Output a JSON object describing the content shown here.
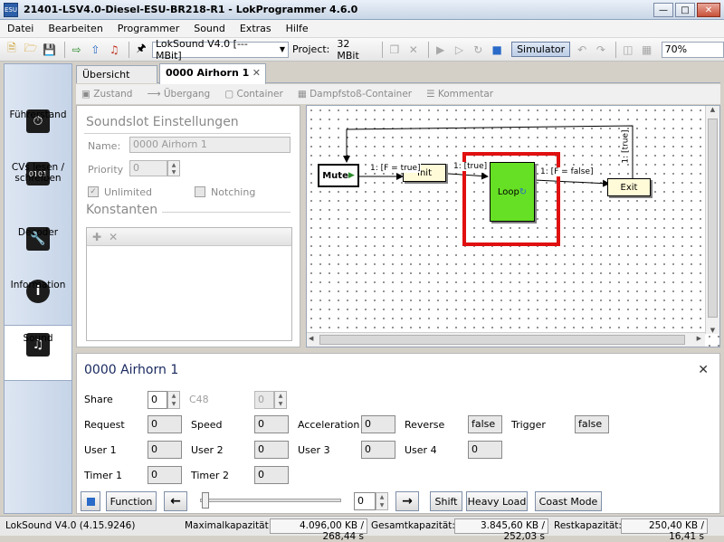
{
  "window": {
    "title": "21401-LSV4.0-Diesel-ESU-BR218-R1 - LokProgrammer 4.6.0",
    "app_icon_text": "ESU"
  },
  "menu": [
    "Datei",
    "Bearbeiten",
    "Programmer",
    "Sound",
    "Extras",
    "Hilfe"
  ],
  "toolbar": {
    "decoder_combo": "LokSound V4.0 [--- MBit]",
    "project_label": "Project:",
    "project_size": "32 MBit",
    "simulator_label": "Simulator",
    "zoom": "70%"
  },
  "nav": [
    {
      "label": "Führerstand",
      "icon": "cab-icon"
    },
    {
      "label": "CVs lesen / schreiben",
      "icon": "cv-icon"
    },
    {
      "label": "Decoder",
      "icon": "wrench-icon"
    },
    {
      "label": "Information",
      "icon": "info-icon"
    },
    {
      "label": "Sound",
      "icon": "sound-icon"
    }
  ],
  "tabs": [
    {
      "label": "Übersicht"
    },
    {
      "label": "0000 Airhorn 1"
    }
  ],
  "subtoolbar": [
    "Zustand",
    "Übergang",
    "Container",
    "Dampfstoß-Container",
    "Kommentar"
  ],
  "soundslot": {
    "heading": "Soundslot Einstellungen",
    "name_label": "Name:",
    "name_value": "0000 Airhorn 1",
    "priority_label": "Priority",
    "priority_value": "0",
    "unlimited_label": "Unlimited",
    "notching_label": "Notching",
    "constants_heading": "Konstanten"
  },
  "diagram": {
    "nodes": {
      "mute": "Mute",
      "init": "Init",
      "loop": "Loop",
      "exit": "Exit"
    },
    "edges": {
      "mute_init": "1: [F = true]",
      "init_loop": "1: [true]",
      "loop_exit": "1: [F = false]",
      "exit_back": "1: [true]"
    },
    "highlight_color": "#e01010",
    "loop_color": "#66e024"
  },
  "detail": {
    "title": "0000 Airhorn 1",
    "fields": {
      "share_label": "Share",
      "share_value": "0",
      "c48_label": "C48",
      "c48_value": "0",
      "request_label": "Request",
      "request_value": "0",
      "speed_label": "Speed",
      "speed_value": "0",
      "accel_label": "Acceleration",
      "accel_value": "0",
      "reverse_label": "Reverse",
      "reverse_value": "false",
      "trigger_label": "Trigger",
      "trigger_value": "false",
      "user1_label": "User 1",
      "user1_value": "0",
      "user2_label": "User 2",
      "user2_value": "0",
      "user3_label": "User 3",
      "user3_value": "0",
      "user4_label": "User 4",
      "user4_value": "0",
      "timer1_label": "Timer 1",
      "timer1_value": "0",
      "timer2_label": "Timer 2",
      "timer2_value": "0"
    },
    "buttons": {
      "function": "Function",
      "shift": "Shift",
      "heavy_load": "Heavy Load",
      "coast_mode": "Coast Mode"
    },
    "speed_step_value": "0"
  },
  "status": {
    "decoder": "LokSound V4.0 (4.15.9246)",
    "max_label": "Maximalkapazität:",
    "max_value": "4.096,00 KB / 268,44 s",
    "total_label": "Gesamtkapazität:",
    "total_value": "3.845,60 KB / 252,03 s",
    "rest_label": "Restkapazität:",
    "rest_value": "250,40 KB / 16,41 s"
  }
}
